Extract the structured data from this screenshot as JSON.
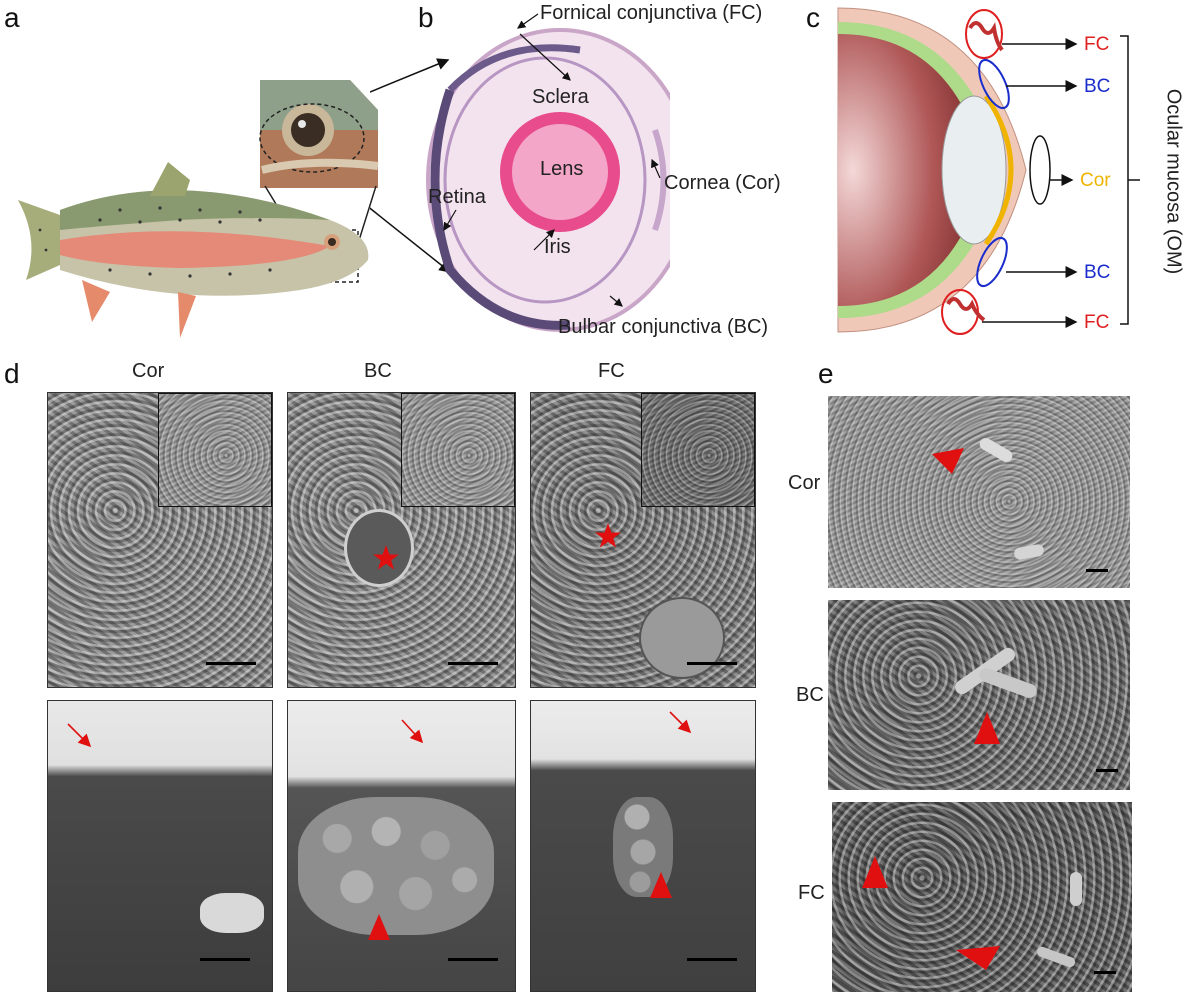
{
  "panel_labels": {
    "a": "a",
    "b": "b",
    "c": "c",
    "d": "d",
    "e": "e"
  },
  "panel_b": {
    "fornical": "Fornical conjunctiva (FC)",
    "sclera": "Sclera",
    "lens": "Lens",
    "retina": "Retina",
    "cornea": "Cornea (Cor)",
    "iris": "Iris",
    "bulbar": "Bulbar conjunctiva (BC)"
  },
  "panel_c": {
    "fc_top": "FC",
    "bc_top": "BC",
    "cor": "Cor",
    "bc_bottom": "BC",
    "fc_bottom": "FC",
    "ocular_mucosa": "Ocular mucosa (OM)",
    "colors": {
      "fc": "#e02020",
      "bc": "#1a2ccc",
      "cor": "#f0b400"
    }
  },
  "panel_d": {
    "col_cor": "Cor",
    "col_bc": "BC",
    "col_fc": "FC"
  },
  "panel_e": {
    "row_cor": "Cor",
    "row_bc": "BC",
    "row_fc": "FC"
  },
  "marker_color": "#e01010"
}
